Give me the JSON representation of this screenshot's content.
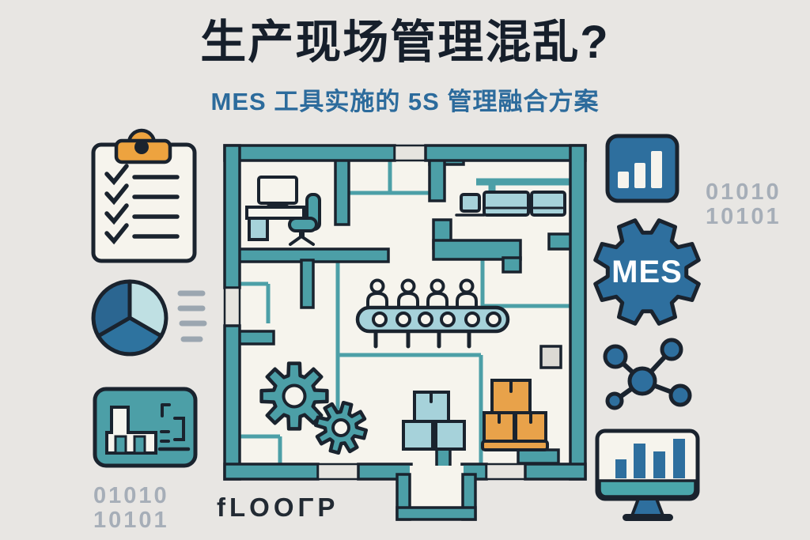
{
  "header": {
    "title": "生产现场管理混乱?",
    "subtitle": "MES 工具实施的 5S 管理融合方案"
  },
  "left_panel": {
    "binary_code": {
      "line1": "01010",
      "line2": "10101"
    }
  },
  "right_panel": {
    "binary_code": {
      "line1": "01010",
      "line2": "10101"
    },
    "mes_badge_label": "MES"
  },
  "floor_plan": {
    "caption": "fLOOΓP"
  },
  "icons": {
    "left_column": [
      "checklist-clipboard-icon",
      "pie-chart-icon",
      "factory-badge-icon"
    ],
    "right_column": [
      "bar-chart-badge-icon",
      "mes-gear-icon",
      "network-icon",
      "monitor-chart-icon"
    ],
    "floor_plan_items": [
      "desk-workstation",
      "office-chair",
      "storage-shelves",
      "conveyor-line",
      "workers",
      "gears",
      "blue-boxes",
      "orange-boxes"
    ]
  },
  "colors": {
    "background": "#e8e6e3",
    "ink": "#1a232e",
    "teal": "#4c9fa7",
    "blue": "#2e6f9e",
    "light_blue": "#a6d2da",
    "pale_blue": "#bfe0e3",
    "orange": "#e8a24a",
    "cream": "#f6f4ed",
    "gray_text": "#a6aeb8",
    "subtitle_blue": "#2c6b9c"
  }
}
